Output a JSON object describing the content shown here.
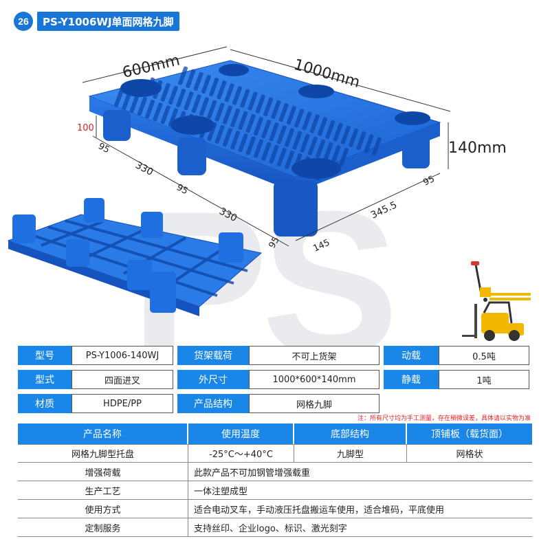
{
  "header": {
    "number": "26",
    "title": "PS-Y1006WJ单面网格九脚"
  },
  "watermark": "PS",
  "dimensions": {
    "width_top": "600mm",
    "length_top": "1000mm",
    "height_right": "140mm",
    "foot_height": "100",
    "left_foot": "95",
    "span_1": "330",
    "mid_foot": "95",
    "span_2": "330",
    "front_foot": "95",
    "front_edge": "145",
    "right_span": "345.5",
    "right_foot": "95"
  },
  "specs": [
    [
      {
        "label": "型号",
        "value": "PS-Y1006-140WJ"
      },
      {
        "label": "货架载荷",
        "value": "不可上货架"
      },
      {
        "label": "动载",
        "value": "0.5吨"
      }
    ],
    [
      {
        "label": "型式",
        "value": "四面进叉"
      },
      {
        "label": "外尺寸",
        "value": "1000*600*140mm"
      },
      {
        "label": "静载",
        "value": "1吨"
      }
    ],
    [
      {
        "label": "材质",
        "value": "HDPE/PP"
      },
      {
        "label": "产品结构",
        "value": "网格九脚"
      }
    ]
  ],
  "note": "注：所有尺寸均为手工测量，存在稍微误差，具体请以实物为准",
  "details": {
    "headers": [
      "产品名称",
      "使用温度",
      "底部结构",
      "顶铺板（载货面）"
    ],
    "first_row": [
      "网格九脚型托盘",
      "-25°C～+40°C",
      "九脚型",
      "网格状"
    ],
    "rows": [
      {
        "label": "增强荷载",
        "value": "此款产品不可加钢管增强载重"
      },
      {
        "label": "生产工艺",
        "value": "一体注塑成型"
      },
      {
        "label": "使用方式",
        "value": "适合电动叉车，手动液压托盘搬运车使用，适合堆码，平底使用"
      },
      {
        "label": "定制服务",
        "value": "支持丝印、企业logo、标识、激光刻字"
      }
    ]
  },
  "colors": {
    "brand_blue": "#1a76d6",
    "table_blue": "#1a86e8",
    "pallet_blue": "#1f6fe0",
    "note_red": "#e02020"
  }
}
